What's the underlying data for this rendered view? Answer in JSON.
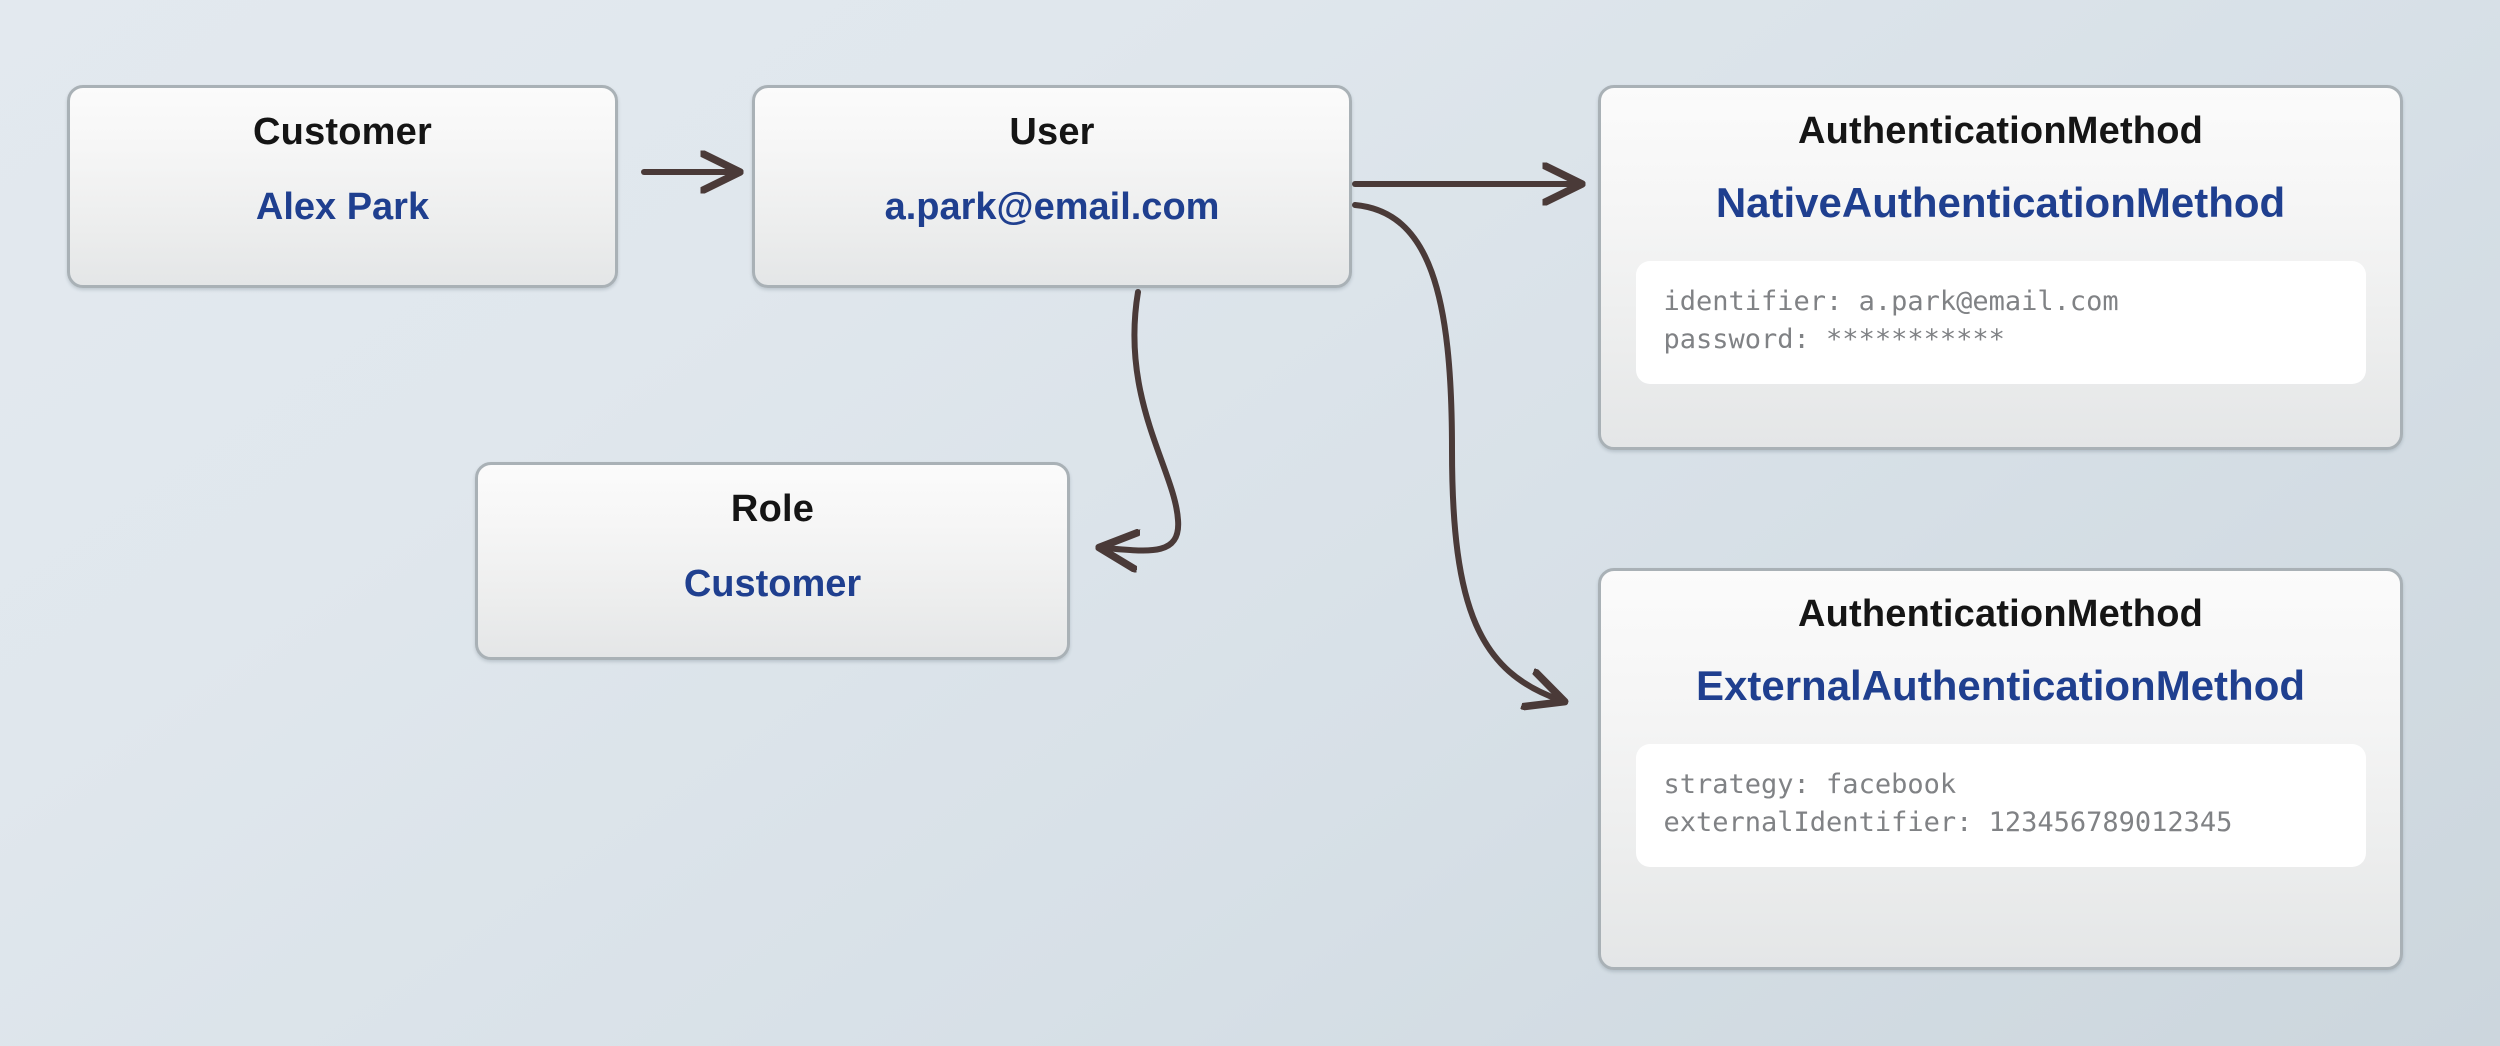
{
  "colors": {
    "background_top": "#e3e9ef",
    "background_bottom": "#ccd6dd",
    "node_border": "#a9b1b6",
    "title_text": "#151515",
    "value_text": "#1f3f8f",
    "code_text": "#808285",
    "code_background": "#ffffff",
    "arrow": "#4a3a38"
  },
  "diagram": {
    "nodes": [
      {
        "id": "customer",
        "title": "Customer",
        "value": "Alex Park"
      },
      {
        "id": "user",
        "title": "User",
        "value": "a.park@email.com"
      },
      {
        "id": "role",
        "title": "Role",
        "value": "Customer"
      },
      {
        "id": "native-auth",
        "title": "AuthenticationMethod",
        "value": "NativeAuthenticationMethod",
        "properties": [
          "identifier: a.park@email.com",
          "password: ***********"
        ]
      },
      {
        "id": "external-auth",
        "title": "AuthenticationMethod",
        "value": "ExternalAuthenticationMethod",
        "properties": [
          "strategy: facebook",
          "externalIdentifier: 123456789012345"
        ]
      }
    ],
    "edges": [
      {
        "id": "customer-to-user",
        "from": "customer",
        "to": "user",
        "shape": "straight"
      },
      {
        "id": "user-to-native-auth",
        "from": "user",
        "to": "native-auth",
        "shape": "straight"
      },
      {
        "id": "user-to-role",
        "from": "user",
        "to": "role",
        "shape": "curved"
      },
      {
        "id": "user-to-external-auth",
        "from": "user",
        "to": "external-auth",
        "shape": "curved"
      }
    ]
  }
}
